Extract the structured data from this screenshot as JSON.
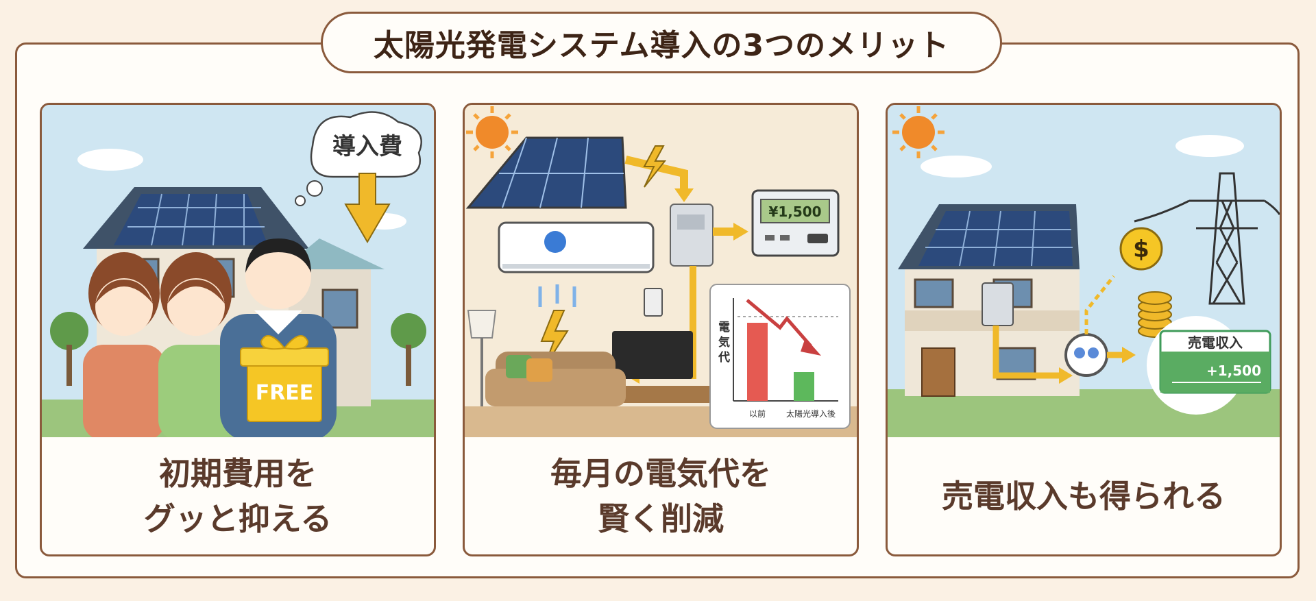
{
  "title": "太陽光発電システム導入の3つのメリット",
  "cards": [
    {
      "caption_lines": [
        "初期費用を",
        "グッと抑える"
      ],
      "bubble": "導入費",
      "gift_label": "FREE"
    },
    {
      "caption_lines": [
        "毎月の電気代を",
        "賢く削減"
      ],
      "monitor_value": "¥1,500",
      "chart_ylabel": "電気代",
      "chart_labels": [
        "以前",
        "太陽光導入後"
      ],
      "chart_values": [
        0.88,
        0.32
      ]
    },
    {
      "caption_lines": [
        "売電収入も得られる"
      ],
      "coin_symbol": "$",
      "panel_title": "売電収入",
      "panel_value": "+1,500"
    }
  ]
}
